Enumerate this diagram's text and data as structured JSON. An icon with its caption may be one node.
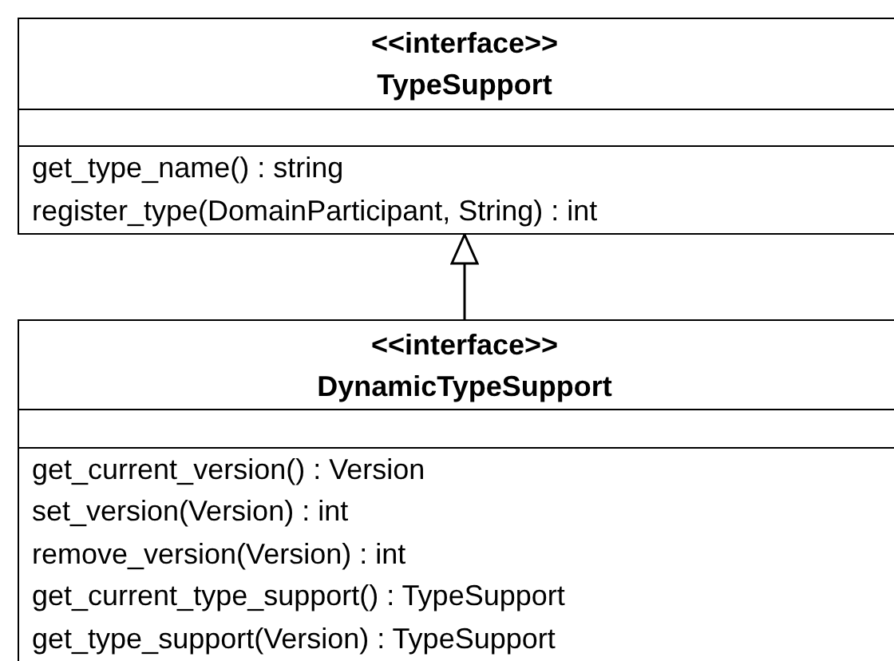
{
  "diagram": {
    "nodes": [
      {
        "text": [
          "<<interface>>",
          "TypeSupport",
          "get_type_name() : string",
          "register_type(DomainParticipant, String) : int"
        ]
      },
      {
        "text": [
          "<<interface>>",
          "DynamicTypeSupport",
          "get_current_version() : Version",
          "set_version(Version) : int",
          "remove_version(Version) : int",
          "get_current_type_support() : TypeSupport",
          "get_type_support(Version) : TypeSupport"
        ]
      }
    ],
    "edges": [
      {
        "from": 1,
        "to": 0,
        "arrow": "to"
      }
    ]
  }
}
